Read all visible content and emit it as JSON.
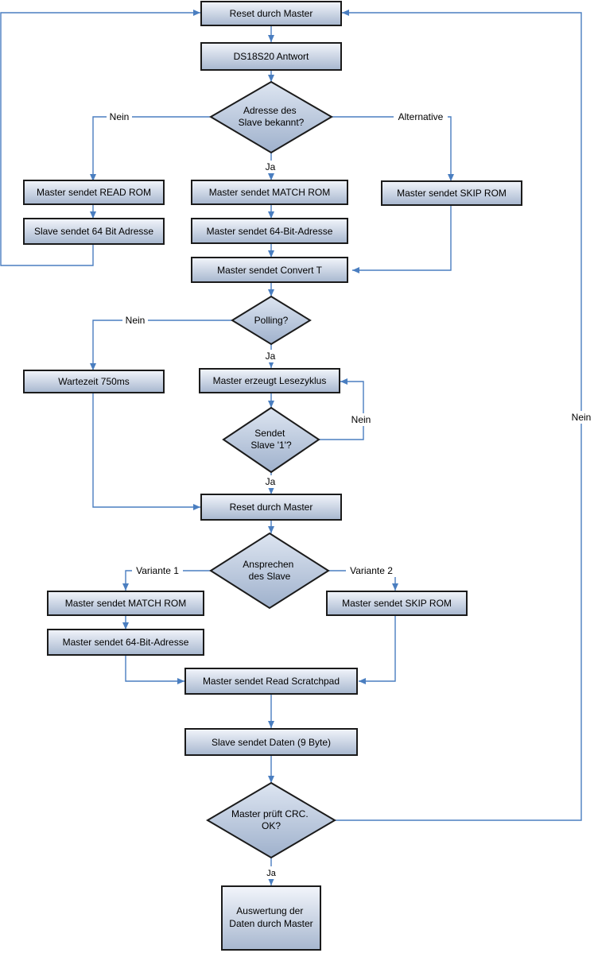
{
  "nodes": {
    "reset_1": "Reset durch Master",
    "ds18s20_antwort": "DS18S20 Antwort",
    "adresse_bekannt": [
      "Adresse des",
      "Slave bekannt?"
    ],
    "read_rom": "Master sendet READ ROM",
    "slave_64bit": "Slave sendet 64 Bit Adresse",
    "match_rom_1": "Master sendet MATCH ROM",
    "adresse_64bit_1": "Master sendet 64-Bit-Adresse",
    "skip_rom_1": "Master sendet SKIP ROM",
    "convert_t": "Master sendet Convert T",
    "polling": "Polling?",
    "wartezeit": "Wartezeit 750ms",
    "lesezyklus": "Master erzeugt Lesezyklus",
    "sendet_slave_1": [
      "Sendet",
      "Slave '1'?"
    ],
    "reset_2": "Reset durch Master",
    "ansprechen": [
      "Ansprechen",
      "des Slave"
    ],
    "match_rom_2": "Master sendet MATCH ROM",
    "skip_rom_2": "Master sendet SKIP ROM",
    "adresse_64bit_2": "Master sendet 64-Bit-Adresse",
    "read_scratchpad": "Master sendet Read Scratchpad",
    "slave_daten": "Slave sendet Daten (9 Byte)",
    "crc": [
      "Master prüft CRC.",
      "OK?"
    ],
    "auswertung": [
      "Auswertung der",
      "Daten durch Master"
    ]
  },
  "edge_labels": {
    "nein_1": "Nein",
    "ja_1": "Ja",
    "alternative": "Alternative",
    "nein_2": "Nein",
    "ja_2": "Ja",
    "nein_3": "Nein",
    "ja_3": "Ja",
    "variante_1": "Variante 1",
    "variante_2": "Variante 2",
    "nein_4": "Nein",
    "ja_4": "Ja"
  },
  "colors": {
    "box_fill_top": "#f2f5fb",
    "box_fill_bottom": "#a7b7cf",
    "box_stroke": "#1b1b1b",
    "arrow": "#4a7ec0"
  }
}
